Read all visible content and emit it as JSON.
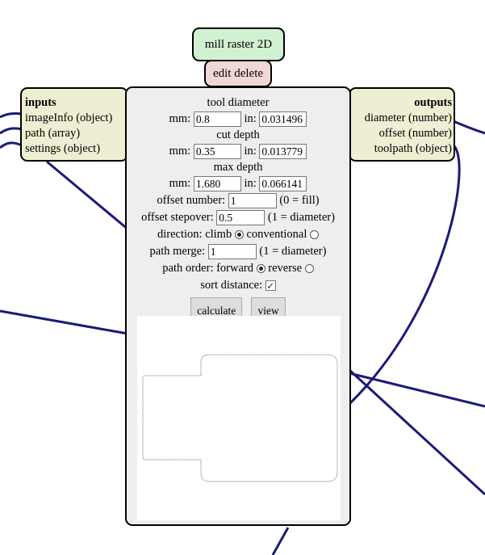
{
  "node": {
    "title": "mill raster 2D",
    "edit_delete": "edit delete"
  },
  "inputs": {
    "header": "inputs",
    "items": [
      "imageInfo (object)",
      "path (array)",
      "settings (object)"
    ]
  },
  "outputs": {
    "header": "outputs",
    "items": [
      "diameter (number)",
      "offset (number)",
      "toolpath (object)"
    ]
  },
  "settings": {
    "tool_diameter_label": "tool diameter",
    "tool_diameter_mm": "0.8",
    "tool_diameter_in": "0.031496",
    "cut_depth_label": "cut depth",
    "cut_depth_mm": "0.35",
    "cut_depth_in": "0.013779",
    "max_depth_label": "max depth",
    "max_depth_mm": "1.680",
    "max_depth_in": "0.066141",
    "mm_label": "mm:",
    "in_label": "in:",
    "offset_number_label": "offset number:",
    "offset_number": "1",
    "offset_number_hint": "(0 = fill)",
    "offset_stepover_label": "offset stepover:",
    "offset_stepover": "0.5",
    "offset_stepover_hint": "(1 = diameter)",
    "direction_label": "direction: climb",
    "direction_conventional": "conventional",
    "path_merge_label": "path merge:",
    "path_merge": "1",
    "path_merge_hint": "(1 = diameter)",
    "path_order_label": "path order: forward",
    "path_order_reverse": "reverse",
    "sort_distance_label": "sort distance:",
    "sort_distance_checked": true,
    "direction_selected": "climb",
    "path_order_selected": "forward"
  },
  "buttons": {
    "calculate": "calculate",
    "view": "view"
  },
  "colors": {
    "wire": "#1a1a7a",
    "title_bg": "#d2f0d2",
    "edit_bg": "#f2d7d7",
    "io_bg": "#eeeed2",
    "panel_bg": "#eeeeee"
  }
}
